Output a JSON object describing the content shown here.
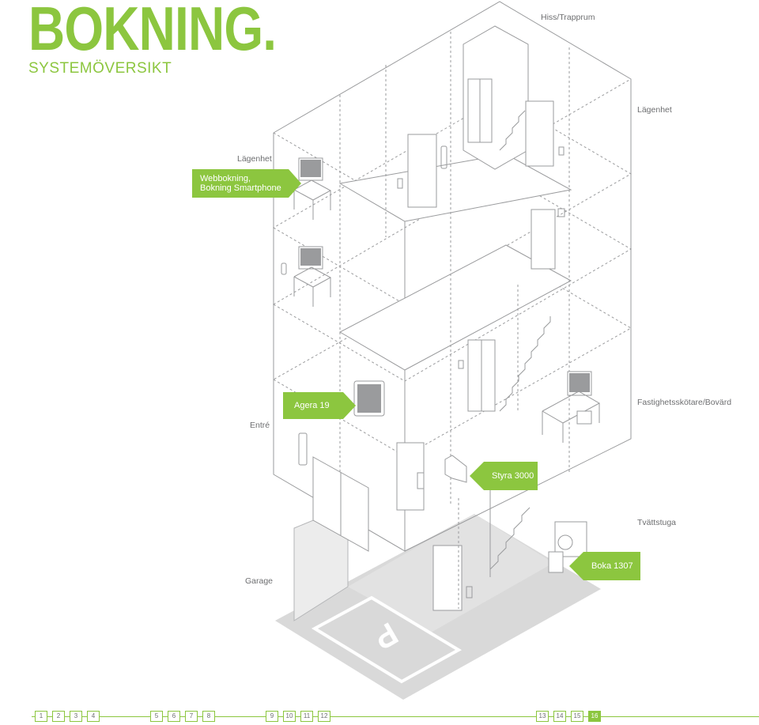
{
  "header": {
    "title": "BOKNING.",
    "subtitle": "SYSTEMÖVERSIKT"
  },
  "labels": {
    "hiss": "Hiss/Trapprum",
    "lagenhet_right": "Lägenhet",
    "lagenhet_left": "Lägenhet",
    "entre": "Entré",
    "fastighet": "Fastighetsskötare/Bovärd",
    "tvattstuga": "Tvättstuga",
    "garage": "Garage"
  },
  "callouts": {
    "webbokning_line1": "Webbokning,",
    "webbokning_line2": "Bokning Smartphone",
    "agera": "Agera 19",
    "styra": "Styra 3000",
    "boka": "Boka 1307"
  },
  "pager": {
    "pages": [
      "1",
      "2",
      "3",
      "4",
      "5",
      "6",
      "7",
      "8",
      "9",
      "10",
      "11",
      "12",
      "13",
      "14",
      "15",
      "16"
    ],
    "active": "16"
  },
  "colors": {
    "accent": "#8cc63f",
    "text": "#6d6e70",
    "line": "#9a9b9d",
    "floor": "#d9d9d9"
  }
}
